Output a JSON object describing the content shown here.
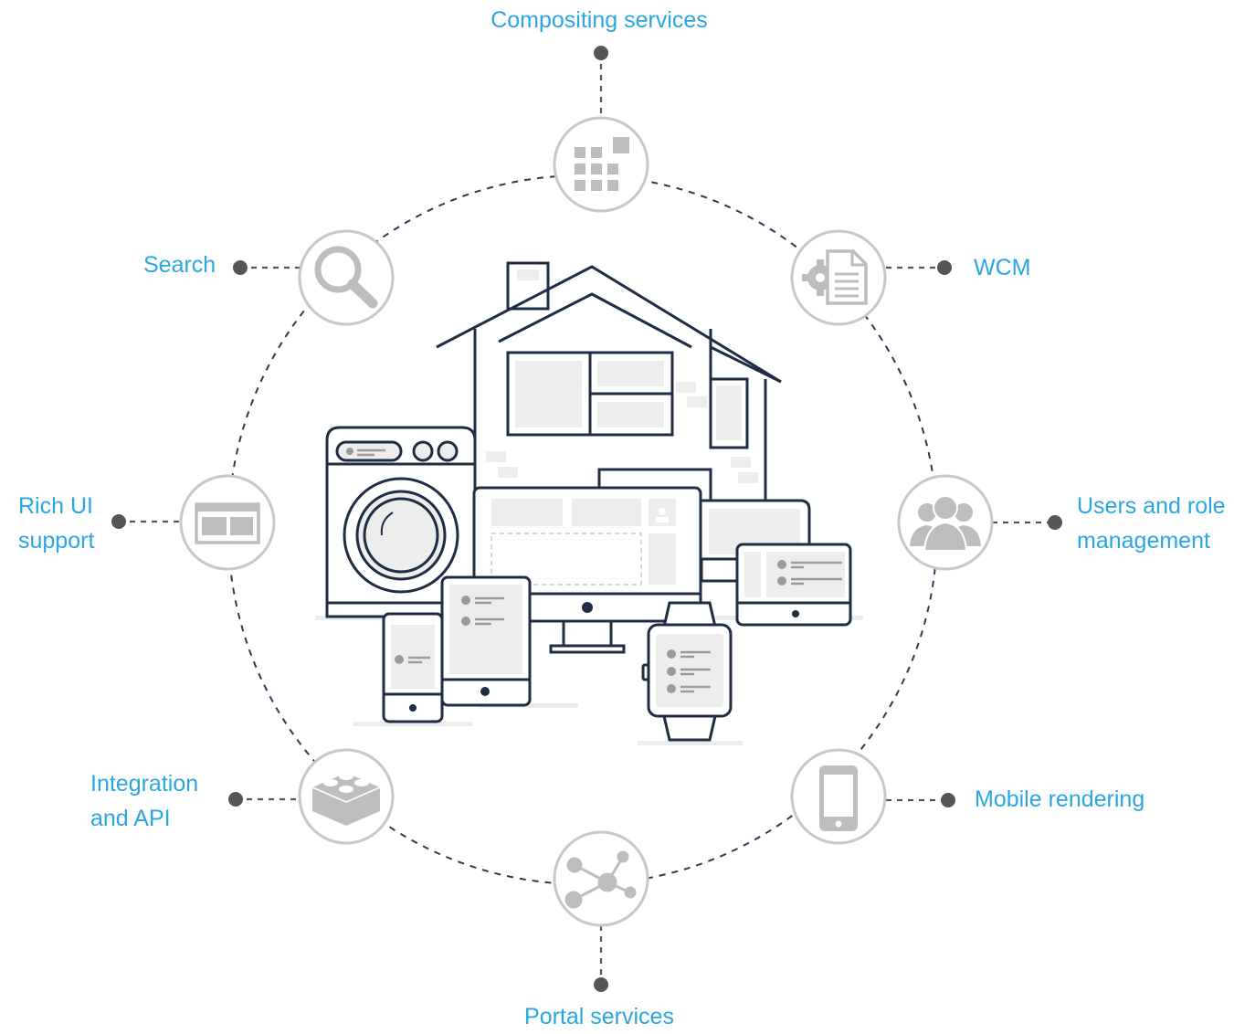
{
  "diagram": {
    "nodes": [
      {
        "id": "compositing",
        "lines": [
          "Compositing services"
        ],
        "icon": "grid-blocks-icon"
      },
      {
        "id": "wcm",
        "lines": [
          "WCM"
        ],
        "icon": "document-gear-icon"
      },
      {
        "id": "users",
        "lines": [
          "Users and role",
          "management"
        ],
        "icon": "users-group-icon"
      },
      {
        "id": "mobile",
        "lines": [
          "Mobile rendering"
        ],
        "icon": "smartphone-icon"
      },
      {
        "id": "portal",
        "lines": [
          "Portal services"
        ],
        "icon": "network-nodes-icon"
      },
      {
        "id": "integration",
        "lines": [
          "Integration",
          "and API"
        ],
        "icon": "lego-brick-icon"
      },
      {
        "id": "richui",
        "lines": [
          "Rich UI",
          "support"
        ],
        "icon": "browser-window-icon"
      },
      {
        "id": "search",
        "lines": [
          "Search"
        ],
        "icon": "magnifier-icon"
      }
    ],
    "center_illustration": "house-and-devices-illustration",
    "colors": {
      "label": "#2aa6e0",
      "ring": "#2a3a55",
      "icon_circle": "#c8c8c8",
      "icon_fill": "#bdbdbd",
      "outline": "#1e2c44",
      "panel_fill": "#ededee",
      "dot": "#555555"
    }
  }
}
